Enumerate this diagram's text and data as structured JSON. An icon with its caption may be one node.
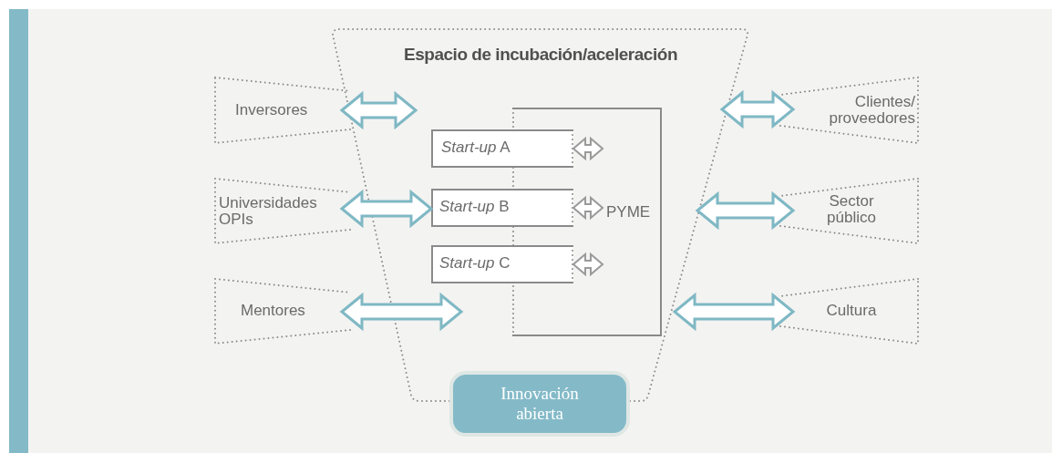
{
  "diagram": {
    "nodes": [
      {
        "text": [
          "Espacio de incubación/aceleración"
        ]
      },
      {
        "text": [
          "PYME"
        ],
        "in": 0
      },
      {
        "text": [
          "*Start-up* A"
        ],
        "in": 0
      },
      {
        "text": [
          "*Start-up* B"
        ],
        "in": 0
      },
      {
        "text": [
          "*Start-up* C"
        ],
        "in": 0
      },
      {
        "text": [
          "Inversores"
        ]
      },
      {
        "text": [
          "Universidades OPIs"
        ]
      },
      {
        "text": [
          "Mentores"
        ]
      },
      {
        "text": [
          "Clientes/ proveedores"
        ]
      },
      {
        "text": [
          "Sector público"
        ]
      },
      {
        "text": [
          "Cultura"
        ]
      },
      {
        "text": [
          "Innovación abierta"
        ]
      }
    ],
    "edges": [
      {
        "from": 5,
        "to": null,
        "arrow": "both",
        "style": "thick"
      },
      {
        "from": 6,
        "to": 3,
        "arrow": "both",
        "style": "thick"
      },
      {
        "from": 7,
        "to": null,
        "arrow": "both",
        "style": "thick"
      },
      {
        "from": 8,
        "to": null,
        "arrow": "both",
        "style": "thick"
      },
      {
        "from": 9,
        "to": null,
        "arrow": "both",
        "style": "thick"
      },
      {
        "from": 10,
        "to": null,
        "arrow": "both",
        "style": "thick"
      },
      {
        "from": 2,
        "to": null,
        "arrow": "both",
        "color": "#9a9a9a"
      },
      {
        "from": 3,
        "to": null,
        "arrow": "both",
        "color": "#9a9a9a"
      },
      {
        "from": 4,
        "to": null,
        "arrow": "both",
        "color": "#9a9a9a"
      }
    ]
  }
}
